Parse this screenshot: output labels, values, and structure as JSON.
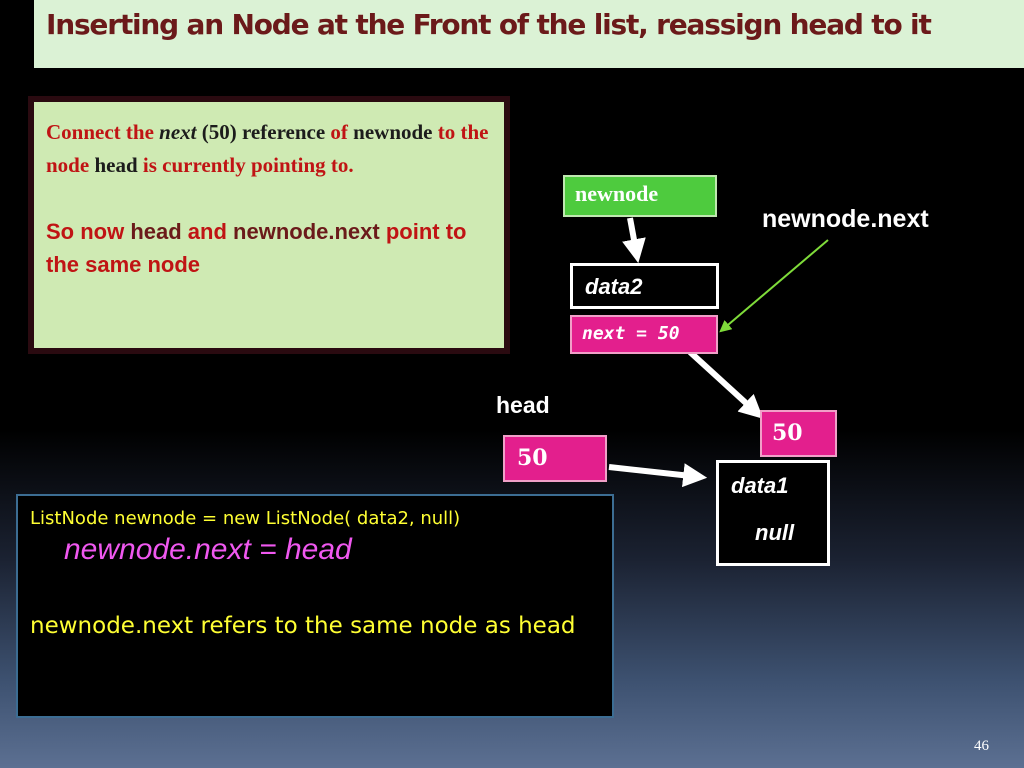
{
  "slide": {
    "title": "Inserting an Node at the Front of the list,  reassign  head  to it",
    "page_number": "46"
  },
  "callout": {
    "p1": [
      "Connect the ",
      "next",
      " (50) reference ",
      "of",
      " newnode ",
      "to the node",
      " head ",
      "is",
      " currently pointing to."
    ],
    "p2": [
      "So now ",
      "head",
      " and ",
      "newnode.next",
      " point to the same node"
    ]
  },
  "diagram": {
    "newnode_label": "newnode",
    "newnode_next_label": "newnode.next",
    "node2_data": "data2",
    "node2_next": "next = 50",
    "head_label": "head",
    "head_value": "50",
    "node1_address": "50",
    "node1_data": "data1",
    "node1_next": "null"
  },
  "code": {
    "line1": "ListNode newnode = new ListNode( data2, null)",
    "line2": "newnode.next  = head",
    "line3": "newnode.next refers to the same node as head"
  },
  "colors": {
    "title_bg": "#dbf2d5",
    "title_text": "#6b1a1a",
    "callout_bg": "#cfeab3",
    "accent_red": "#c01414",
    "code_yellow": "#ffff33",
    "code_magenta": "#f058f0",
    "node_pink": "#e31f8d",
    "label_green": "#4ecb3e",
    "pointer_green": "#7fdc3a"
  }
}
